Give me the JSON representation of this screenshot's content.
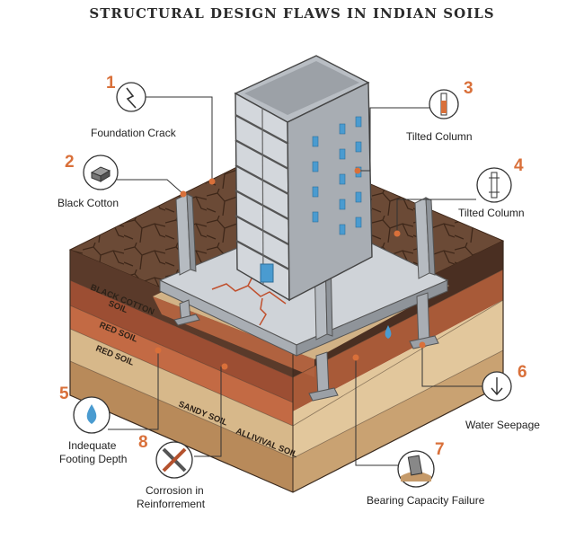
{
  "title": "STRUCTURAL DESIGN FLAWS IN INDIAN SOILS",
  "callouts": [
    {
      "number": "1",
      "label": "Foundation Crack",
      "icon": "lightning-crack-icon"
    },
    {
      "number": "2",
      "label": "Black Cotton",
      "icon": "soil-cube-icon"
    },
    {
      "number": "3",
      "label": "Tilted Column",
      "icon": "column-icon"
    },
    {
      "number": "4",
      "label": "Tilted Column",
      "icon": "column-icon"
    },
    {
      "number": "5",
      "label_line1": "Indequate",
      "label_line2": "Footing Depth",
      "icon": "water-drop-icon"
    },
    {
      "number": "6",
      "label": "Water Seepage",
      "icon": "arrow-down-icon"
    },
    {
      "number": "7",
      "label": "Bearing Capacity Failure",
      "icon": "sinking-building-icon"
    },
    {
      "number": "8",
      "label_line1": "Corrosion in",
      "label_line2": "Reinforrement",
      "icon": "corroded-rebar-icon"
    }
  ],
  "soil_layers": {
    "black_cotton_line1": "BLACK COTTON",
    "black_cotton_line2": "SOIL",
    "red_1": "RED SOIL",
    "red_2": "RED SOIL",
    "sandy": "SANDY SOIL",
    "alluvial": "ALLIVIVAL SOIL"
  },
  "colors": {
    "accent": "#d9703a",
    "black_cotton": "#5a3a2a",
    "red_soil": "#b8603c",
    "sandy_soil": "#d7b88a",
    "alluvial_soil": "#c59a6a",
    "concrete": "#c9cdd2",
    "window": "#4a9bd0"
  }
}
